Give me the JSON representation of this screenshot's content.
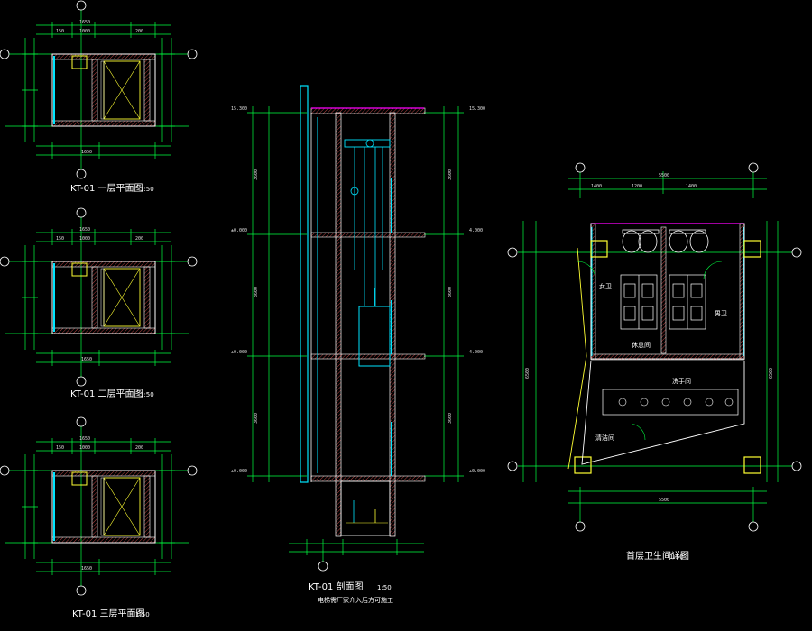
{
  "colors": {
    "background": "#000000",
    "dimension": "#00ff40",
    "wall": "#ffffff",
    "cyan": "#00e5ff",
    "yellow": "#ffff33",
    "magenta": "#ff00ff",
    "red": "#ff2020",
    "text": "#ffffff"
  },
  "titles": {
    "plan1": "KT-01 一层平面图",
    "plan1_scale": "1:50",
    "plan2": "KT-01 二层平面图",
    "plan2_scale": "1:50",
    "plan3": "KT-01 三层平面图",
    "plan3_scale": "1:50",
    "section": "KT-01 剖面图",
    "section_scale": "1:50",
    "section_note": "电梯需厂家介入后方可施工",
    "restroom": "首层卫生间详图",
    "restroom_scale": "1:50"
  },
  "restroom_labels": {
    "female": "女卫",
    "male": "男卫",
    "lounge": "休息间",
    "washroom": "洗手间",
    "cleaning": "清洁间"
  }
}
